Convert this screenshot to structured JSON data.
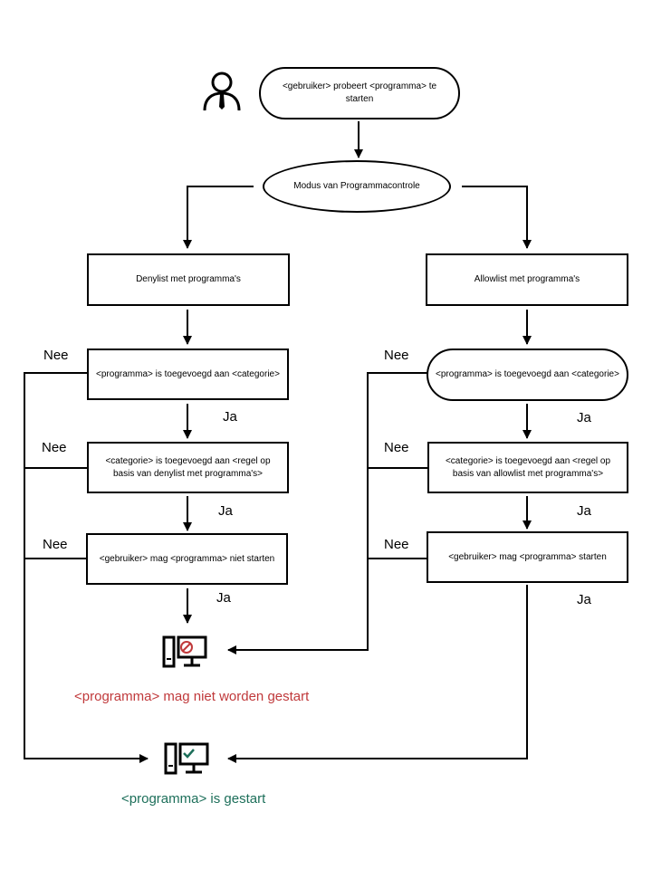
{
  "nodes": {
    "start": "<gebruiker> probeert <programma> te starten",
    "mode": "Modus van Programmacontrole",
    "deny_list": "Denylist met programma's",
    "allow_list": "Allowlist met programma's",
    "deny_q1": "<programma> is toegevoegd aan <categorie>",
    "allow_q1": "<programma> is toegevoegd aan <categorie>",
    "deny_q2": "<categorie> is toegevoegd aan <regel op basis van denylist met programma's>",
    "allow_q2": "<categorie> is toegevoegd aan <regel op basis van allowlist met programma's>",
    "deny_q3": "<gebruiker> mag <programma> niet starten",
    "allow_q3": "<gebruiker> mag <programma> starten"
  },
  "labels": {
    "yes": "Ja",
    "no": "Nee"
  },
  "results": {
    "blocked": "<programma> mag niet worden gestart",
    "started": "<programma> is gestart"
  },
  "icons": {
    "user": "user-tie-icon",
    "blocked": "computer-blocked-icon",
    "started": "computer-check-icon"
  },
  "colors": {
    "blocked": "#c0393b",
    "started": "#1d6f5a"
  }
}
